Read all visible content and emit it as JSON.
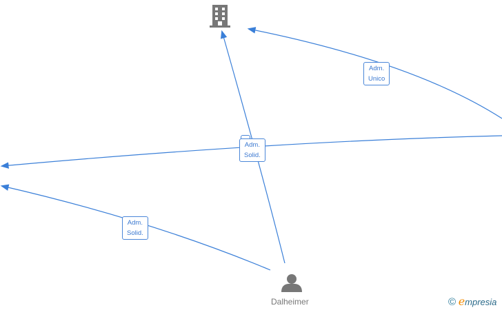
{
  "nodes": {
    "company": {
      "icon": "building-icon"
    },
    "person": {
      "icon": "person-icon",
      "name": "Dalheimer"
    }
  },
  "edges": [
    {
      "label_line1": "Adm.",
      "label_line2": "Unico"
    },
    {
      "label_line1": "Adm.",
      "label_line2": "Solid."
    },
    {
      "label_line1": "Adm.",
      "label_line2": "Solid."
    }
  ],
  "brand": {
    "copyright": "©",
    "first": "e",
    "rest": "mpresia"
  },
  "colors": {
    "edge": "#3a7fd8",
    "icon": "#777777"
  }
}
